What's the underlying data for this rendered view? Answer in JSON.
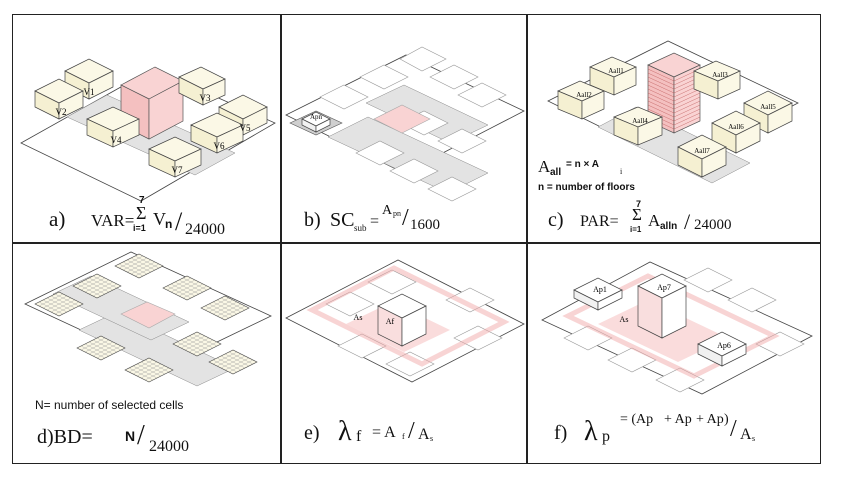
{
  "colors": {
    "block": "#fbf8e6",
    "edge": "#444",
    "road": "#e3e3e3",
    "cell": "#ffffff",
    "highlight": "#f9d3d3",
    "highlight_face": "#f4b8b8",
    "grid": "#888"
  },
  "a": {
    "caption_letter": "a)",
    "caption_lhs": "VAR=",
    "sum_top": "7",
    "sum_sym": "Σ",
    "sum_bottom": "i=1",
    "term": "V",
    "term_sub": "n",
    "divisor": "24000",
    "labels": [
      "V1",
      "V2",
      "V3",
      "V4",
      "V5",
      "V6",
      "V7"
    ]
  },
  "b": {
    "caption_letter": "b)",
    "caption_lhs": "SC",
    "caption_sub": "sub",
    "eq": "=",
    "term": "A",
    "term_sub": "pn",
    "divisor": "1600",
    "block_label": "Apn"
  },
  "c": {
    "formula_all_A": "A",
    "formula_all_sub": "all",
    "formula_all_eq": "= n × A",
    "formula_all_i": "i",
    "n_def": "n = number of floors",
    "caption_letter": "c)",
    "caption_lhs": "PAR=",
    "sum_top": "7",
    "sum_sym": "Σ",
    "sum_bottom": "i=1",
    "term": "A",
    "term_sub": "alln",
    "divisor": "24000",
    "labels": [
      "Aall1",
      "Aall2",
      "Aall3",
      "Aall4",
      "Aall5",
      "Aall6",
      "Aall7"
    ]
  },
  "d": {
    "n_def": "N= number of selected cells",
    "caption_letter": "d)BD=",
    "numerator": "N",
    "divisor": "24000"
  },
  "e": {
    "caption_letter": "e)",
    "lambda": "λ",
    "lambda_sub": "f",
    "rhs_num": "= A",
    "rhs_num_sub": "f",
    "rhs_den": "A",
    "rhs_den_sub": "s",
    "labels": {
      "As": "As",
      "Af": "Af"
    }
  },
  "f": {
    "caption_letter": "f)",
    "lambda": "λ",
    "lambda_sub": "p",
    "rhs_num": "= (Ap",
    "rhs_num_tail": "+ Ap",
    "rhs_num_tail2": "+ Ap",
    "rhs_close": ")",
    "rhs_den": "A",
    "rhs_den_sub": "s",
    "labels": {
      "Ap1": "Ap1",
      "Ap7": "Ap7",
      "Ap6": "Ap6",
      "As": "As"
    }
  }
}
